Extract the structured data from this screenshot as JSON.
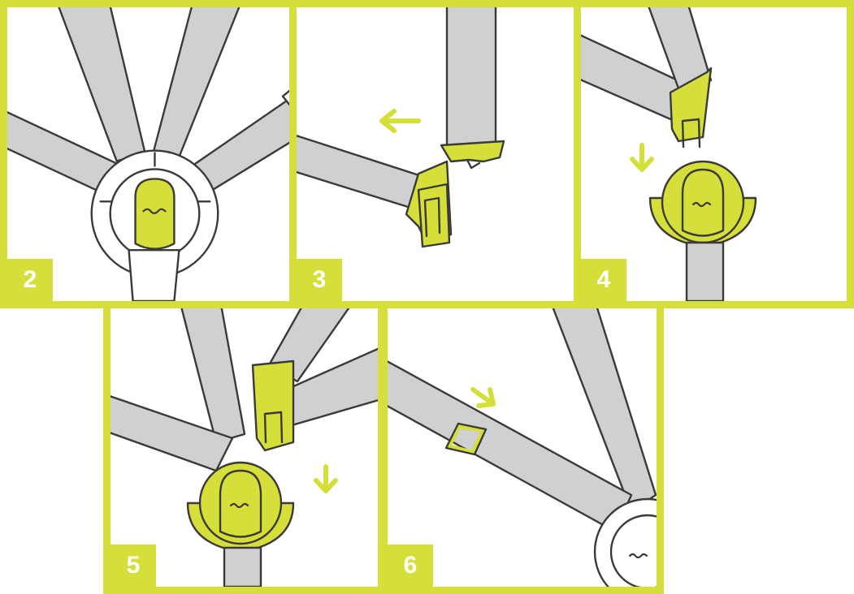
{
  "steps": [
    {
      "number": "2"
    },
    {
      "number": "3"
    },
    {
      "number": "4"
    },
    {
      "number": "5"
    },
    {
      "number": "6"
    }
  ],
  "colors": {
    "accent": "#d6df3a",
    "strap": "#cfd0d1",
    "outline": "#3a3a3a"
  },
  "icons": {
    "brand_logo": "nuna-wave-logo",
    "direction_arrow": "arrow-icon"
  }
}
